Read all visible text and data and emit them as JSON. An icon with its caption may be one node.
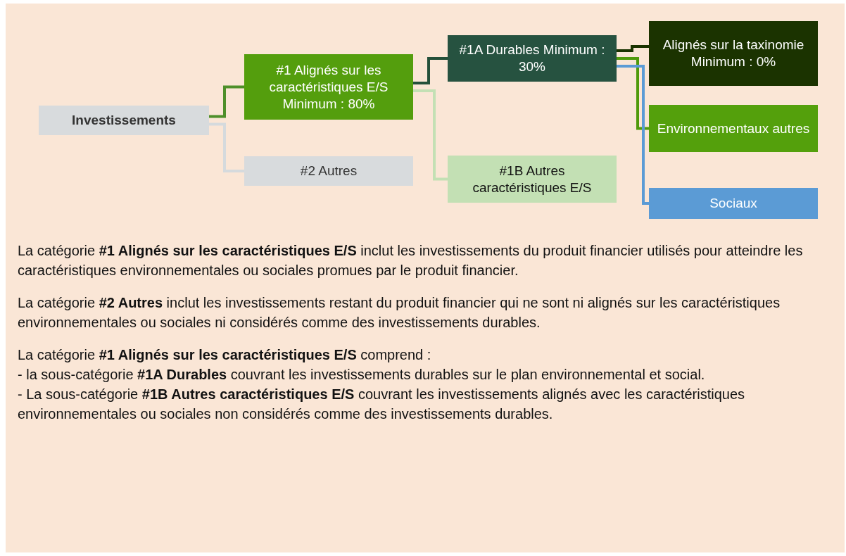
{
  "diagram": {
    "nodes": [
      {
        "text": [
          "Investissements"
        ]
      },
      {
        "text": [
          "#1 Alignés sur les caractéristiques E/S Minimum : 80%"
        ]
      },
      {
        "text": [
          "#2 Autres"
        ]
      },
      {
        "text": [
          "#1A Durables Minimum : 30%"
        ]
      },
      {
        "text": [
          "#1B Autres caractéristiques E/S"
        ]
      },
      {
        "text": [
          "Alignés sur la taxinomie Minimum : 0%"
        ]
      },
      {
        "text": [
          "Environnementaux autres"
        ]
      },
      {
        "text": [
          "Sociaux"
        ]
      }
    ],
    "edges": [
      {
        "from": 0,
        "to": 1,
        "arrow": "none",
        "color": "#4e8f2a"
      },
      {
        "from": 0,
        "to": 2,
        "arrow": "none",
        "color": "#d5dadd"
      },
      {
        "from": 1,
        "to": 3,
        "arrow": "none",
        "color": "#24503a"
      },
      {
        "from": 1,
        "to": 4,
        "arrow": "none",
        "color": "#c3e0b4"
      },
      {
        "from": 3,
        "to": 5,
        "arrow": "none",
        "color": "#1a3300"
      },
      {
        "from": 3,
        "to": 6,
        "arrow": "none",
        "color": "#4f9a0b"
      },
      {
        "from": 3,
        "to": 7,
        "arrow": "none",
        "color": "#5b9bd5"
      }
    ],
    "labels": [
      "La catégorie **#1 Alignés sur les caractéristiques E/S** inclut les investissements du produit financier utilisés pour atteindre les caractéristiques environnementales ou sociales promues par le produit financier.",
      "La catégorie **#2 Autres** inclut les investissements restant du produit financier qui ne sont ni alignés sur les caractéristiques environnementales ou sociales ni considérés comme des investissements durables.",
      "La catégorie **#1 Alignés sur les caractéristiques E/S** comprend :",
      "- la sous-catégorie **#1A Durables** couvrant les investissements durables sur le plan environnemental et social.",
      "- La sous-catégorie **#1B Autres caractéristiques E/S** couvrant les investissements alignés avec les caractéristiques environnementales ou sociales non considérés comme des investissements durables."
    ]
  }
}
